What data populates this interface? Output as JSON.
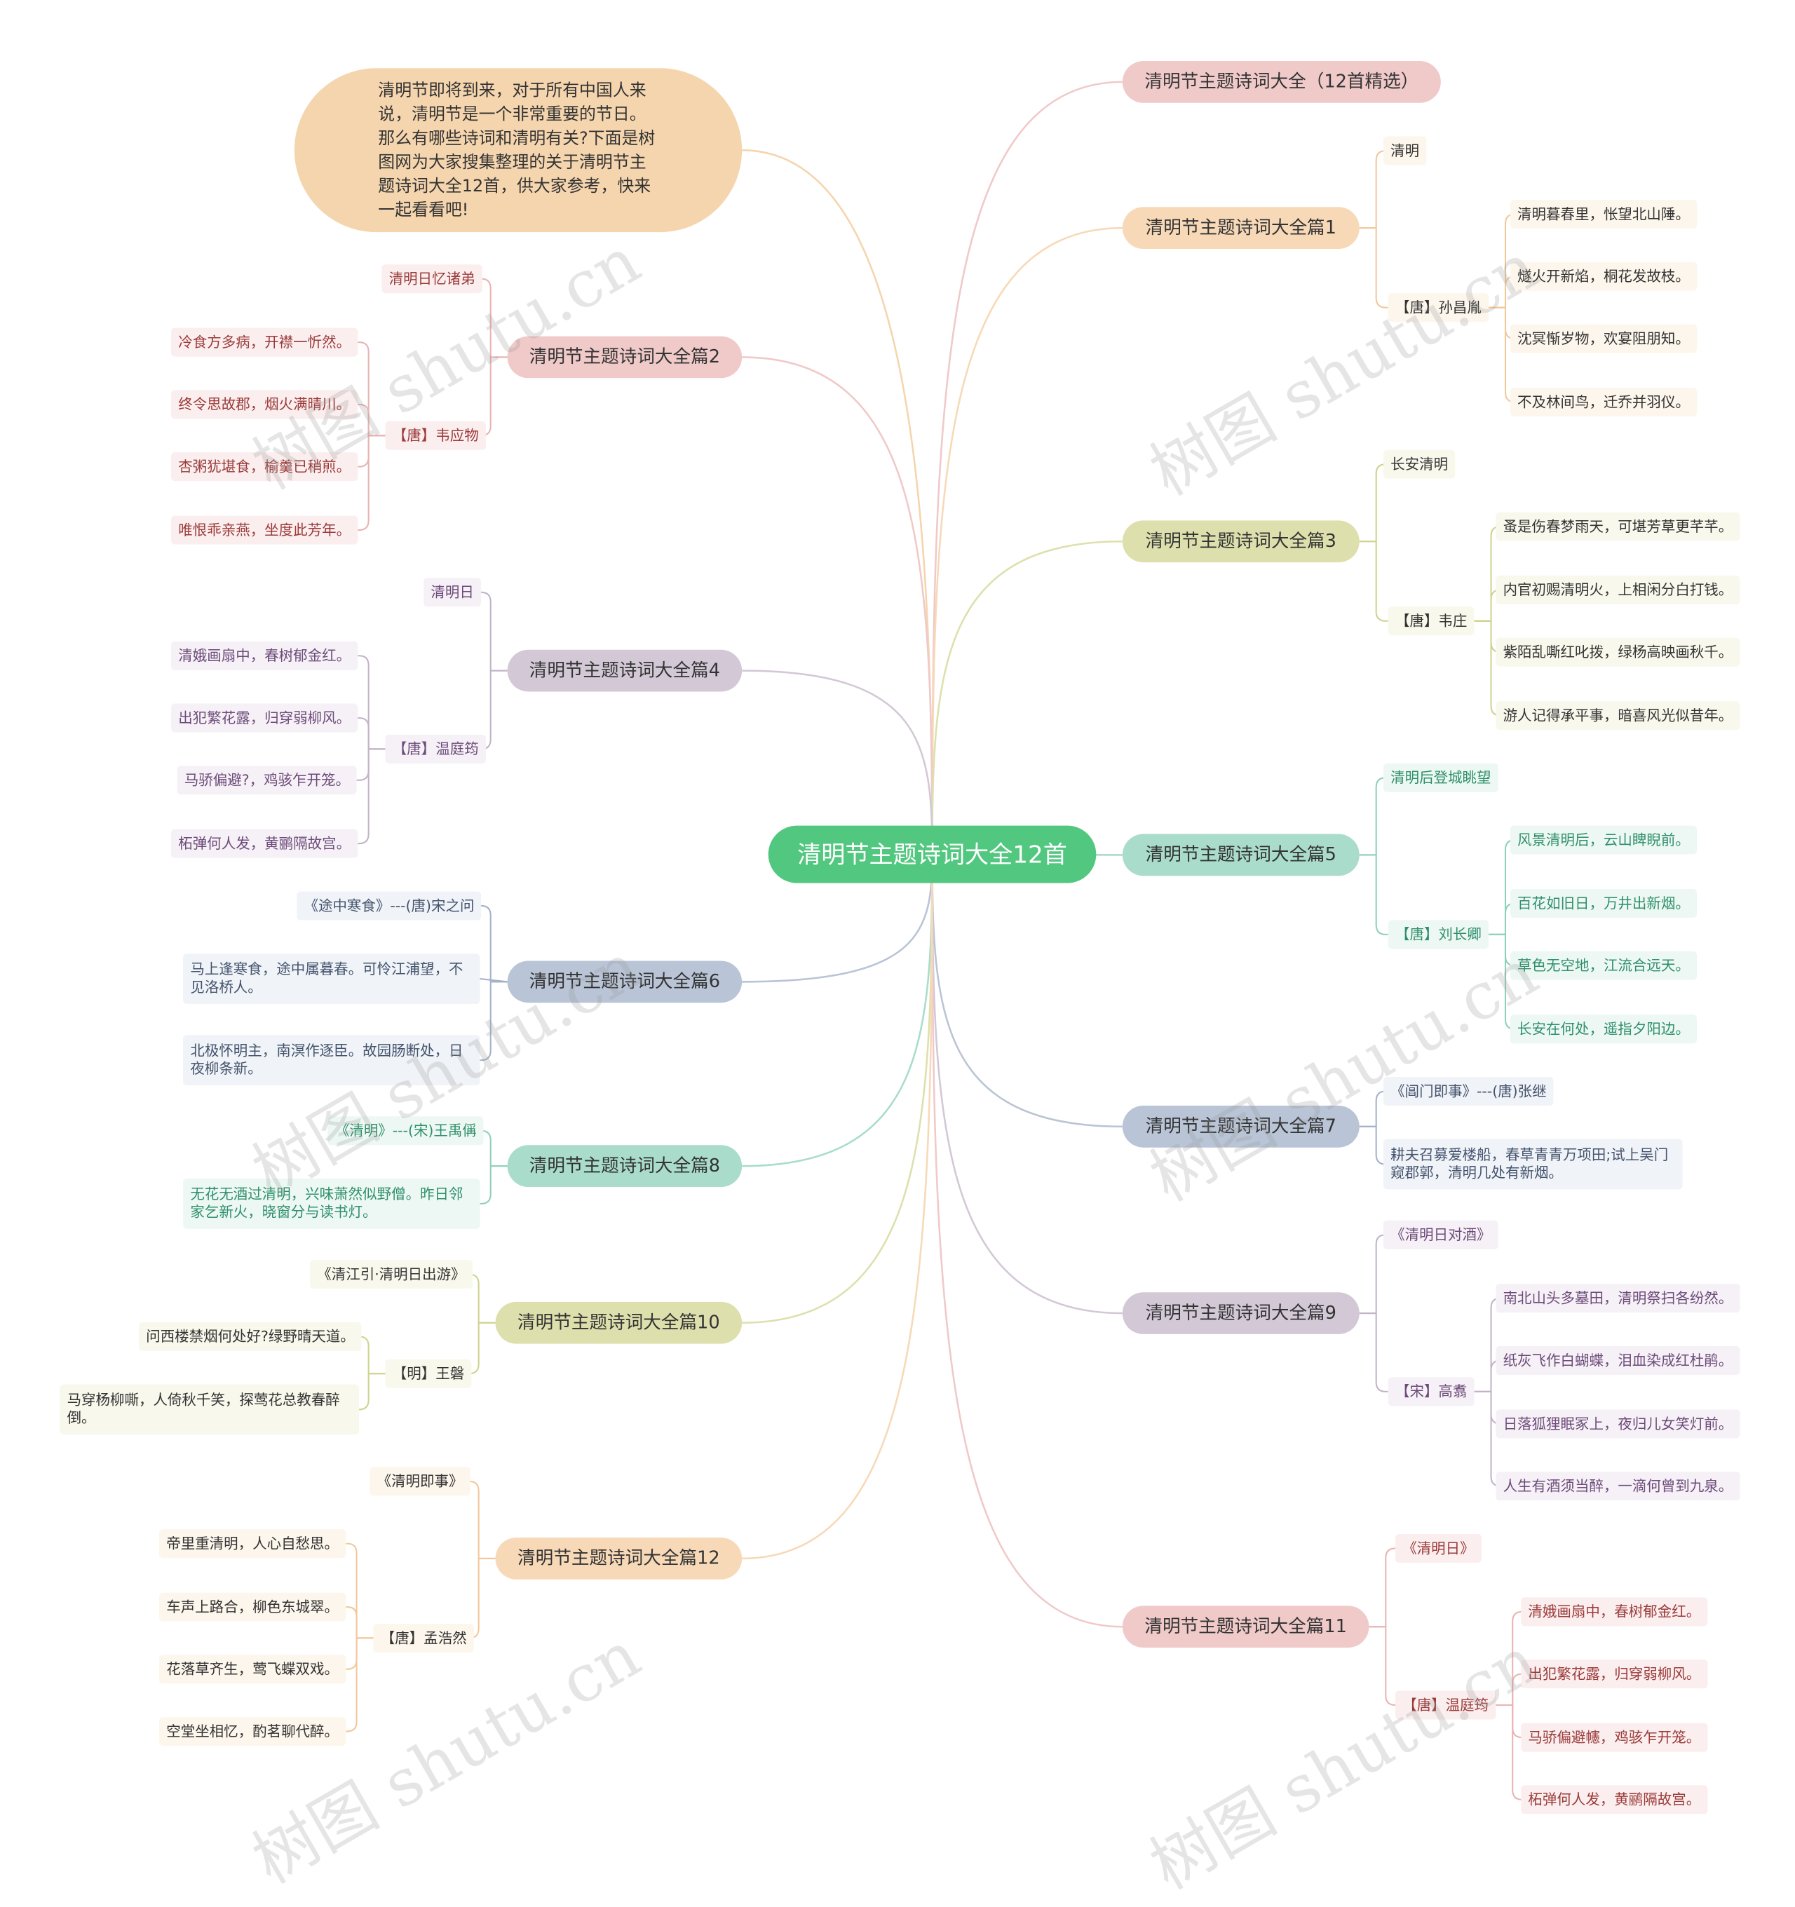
{
  "root": {
    "label": "清明节主题诗词大全12首"
  },
  "intro": {
    "text": "清明节即将到来，对于所有中国人来说，清明节是一个非常重要的节日。那么有哪些诗词和清明有关?下面是树图网为大家搜集整理的关于清明节主题诗词大全12首，供大家参考，快来一起看看吧!"
  },
  "branches": [
    {
      "label": "清明节主题诗词大全（12首精选）",
      "fill": "#f0c9c9"
    },
    {
      "label": "清明节主题诗词大全篇1",
      "fill": "#f7d9b8",
      "title": "清明",
      "author": "【唐】孙昌胤",
      "lines": [
        "清明暮春里，怅望北山陲。",
        "燧火开新焰，桐花发故枝。",
        "沈冥惭岁物，欢宴阻朋知。",
        "不及林间鸟，迁乔并羽仪。"
      ]
    },
    {
      "label": "清明节主题诗词大全篇2",
      "fill": "#f0c9c9",
      "title": "清明日忆诸弟",
      "author": "【唐】韦应物",
      "lines": [
        "冷食方多病，开襟一忻然。",
        "终令思故郡，烟火满晴川。",
        "杏粥犹堪食，榆羹已稍煎。",
        "唯恨乖亲燕，坐度此芳年。"
      ]
    },
    {
      "label": "清明节主题诗词大全篇3",
      "fill": "#dde0ac",
      "title": "长安清明",
      "author": "【唐】韦庄",
      "lines": [
        "蚤是伤春梦雨天，可堪芳草更芊芊。",
        "内官初赐清明火，上相闲分白打钱。",
        "紫陌乱嘶红叱拨，绿杨高映画秋千。",
        "游人记得承平事，暗喜风光似昔年。"
      ]
    },
    {
      "label": "清明节主题诗词大全篇4",
      "fill": "#d3c8d6",
      "title": "清明日",
      "author": "【唐】温庭筠",
      "lines": [
        "清娥画扇中，春树郁金红。",
        "出犯繁花露，归穿弱柳风。",
        "马骄偏避?，鸡骇乍开笼。",
        "柘弹何人发，黄鹂隔故宫。"
      ]
    },
    {
      "label": "清明节主题诗词大全篇5",
      "fill": "#a9dccb",
      "title": "清明后登城眺望",
      "author": "【唐】刘长卿",
      "lines": [
        "风景清明后，云山睥睨前。",
        "百花如旧日，万井出新烟。",
        "草色无空地，江流合远天。",
        "长安在何处，遥指夕阳边。"
      ]
    },
    {
      "label": "清明节主题诗词大全篇6",
      "fill": "#b9c4d6",
      "title": "《途中寒食》---(唐)宋之问",
      "lines": [
        "马上逢寒食，途中属暮春。可怜江浦望，不见洛桥人。",
        "北极怀明主，南溟作逐臣。故园肠断处，日夜柳条新。"
      ]
    },
    {
      "label": "清明节主题诗词大全篇7",
      "fill": "#b9c4d6",
      "title": "《阊门即事》---(唐)张继",
      "lines": [
        "耕夫召募爱楼船，春草青青万项田;试上吴门窥郡郭，清明几处有新烟。"
      ]
    },
    {
      "label": "清明节主题诗词大全篇8",
      "fill": "#a9dccb",
      "title": "《清明》---(宋)王禹偁",
      "lines": [
        "无花无酒过清明，兴味萧然似野僧。昨日邻家乞新火，晓窗分与读书灯。"
      ]
    },
    {
      "label": "清明节主题诗词大全篇9",
      "fill": "#d3c8d6",
      "title": "《清明日对酒》",
      "author": "【宋】高翥",
      "lines": [
        "南北山头多墓田，清明祭扫各纷然。",
        "纸灰飞作白蝴蝶，泪血染成红杜鹃。",
        "日落狐狸眠冢上，夜归儿女笑灯前。",
        "人生有酒须当醉，一滴何曾到九泉。"
      ]
    },
    {
      "label": "清明节主题诗词大全篇10",
      "fill": "#dde0ac",
      "title": "《清江引·清明日出游》",
      "author": "【明】王磐",
      "lines": [
        "问西楼禁烟何处好?绿野晴天道。",
        "马穿杨柳嘶，人倚秋千笑，探莺花总教春醉倒。"
      ]
    },
    {
      "label": "清明节主题诗词大全篇11",
      "fill": "#f0c9c9",
      "title": "《清明日》",
      "author": "【唐】温庭筠",
      "lines": [
        "清娥画扇中，春树郁金红。",
        "出犯繁花露，归穿弱柳风。",
        "马骄偏避幰，鸡骇乍开笼。",
        "柘弹何人发，黄鹂隔故宫。"
      ]
    },
    {
      "label": "清明节主题诗词大全篇12",
      "fill": "#f7d9b8",
      "title": "《清明即事》",
      "author": "【唐】孟浩然",
      "lines": [
        "帝里重清明，人心自愁思。",
        "车声上路合，柳色东城翠。",
        "花落草齐生，莺飞蝶双戏。",
        "空堂坐相忆，酌茗聊代醉。"
      ]
    }
  ],
  "watermark": {
    "text": "树图 shutu.cn"
  }
}
